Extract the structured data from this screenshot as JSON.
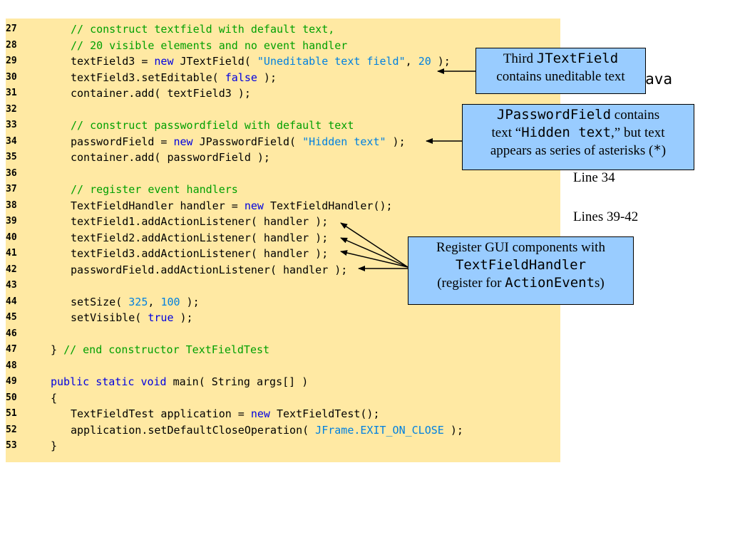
{
  "code": [
    {
      "num": "27",
      "tokens": [
        [
          "cm",
          "// construct textfield with default text,"
        ]
      ]
    },
    {
      "num": "28",
      "tokens": [
        [
          "cm",
          "// 20 visible elements and no event handler"
        ]
      ]
    },
    {
      "num": "29",
      "tokens": [
        [
          "",
          "textField3 = "
        ],
        [
          "kw",
          "new"
        ],
        [
          "",
          " JTextField( "
        ],
        [
          "st",
          "\"Uneditable text field\""
        ],
        [
          "",
          ", "
        ],
        [
          "nm",
          "20"
        ],
        [
          "",
          " );"
        ]
      ]
    },
    {
      "num": "30",
      "tokens": [
        [
          "",
          "textField3.setEditable( "
        ],
        [
          "kw",
          "false"
        ],
        [
          "",
          " );"
        ]
      ]
    },
    {
      "num": "31",
      "tokens": [
        [
          "",
          "container.add( textField3 );"
        ]
      ]
    },
    {
      "num": "32",
      "tokens": []
    },
    {
      "num": "33",
      "tokens": [
        [
          "cm",
          "// construct passwordfield with default text"
        ]
      ]
    },
    {
      "num": "34",
      "tokens": [
        [
          "",
          "passwordField = "
        ],
        [
          "kw",
          "new"
        ],
        [
          "",
          " JPasswordField( "
        ],
        [
          "st",
          "\"Hidden text\""
        ],
        [
          "",
          " );"
        ]
      ]
    },
    {
      "num": "35",
      "tokens": [
        [
          "",
          "container.add( passwordField );"
        ]
      ]
    },
    {
      "num": "36",
      "tokens": []
    },
    {
      "num": "37",
      "tokens": [
        [
          "cm",
          "// register event handlers"
        ]
      ]
    },
    {
      "num": "38",
      "tokens": [
        [
          "",
          "TextFieldHandler handler = "
        ],
        [
          "kw",
          "new"
        ],
        [
          "",
          " TextFieldHandler();"
        ]
      ]
    },
    {
      "num": "39",
      "tokens": [
        [
          "",
          "textField1.addActionListener( handler );"
        ]
      ]
    },
    {
      "num": "40",
      "tokens": [
        [
          "",
          "textField2.addActionListener( handler );"
        ]
      ]
    },
    {
      "num": "41",
      "tokens": [
        [
          "",
          "textField3.addActionListener( handler );"
        ]
      ]
    },
    {
      "num": "42",
      "tokens": [
        [
          "",
          "passwordField.addActionListener( handler );"
        ]
      ]
    },
    {
      "num": "43",
      "tokens": []
    },
    {
      "num": "44",
      "tokens": [
        [
          "",
          "setSize( "
        ],
        [
          "nm",
          "325"
        ],
        [
          "",
          ", "
        ],
        [
          "nm",
          "100"
        ],
        [
          "",
          " );"
        ]
      ]
    },
    {
      "num": "45",
      "tokens": [
        [
          "",
          "setVisible( "
        ],
        [
          "kw",
          "true"
        ],
        [
          "",
          " );"
        ]
      ]
    },
    {
      "num": "46",
      "tokens": []
    },
    {
      "num": "47",
      "tokens": [
        [
          "",
          "} "
        ],
        [
          "cm",
          "// end constructor TextFieldTest"
        ]
      ]
    },
    {
      "num": "48",
      "tokens": []
    },
    {
      "num": "49",
      "tokens": [
        [
          "kw",
          "public"
        ],
        [
          "",
          " "
        ],
        [
          "kw",
          "static"
        ],
        [
          "",
          " "
        ],
        [
          "kw",
          "void"
        ],
        [
          "",
          " main( String args[] )"
        ]
      ]
    },
    {
      "num": "50",
      "tokens": [
        [
          "",
          "{"
        ]
      ]
    },
    {
      "num": "51",
      "tokens": [
        [
          "",
          "TextFieldTest application = "
        ],
        [
          "kw",
          "new"
        ],
        [
          "",
          " TextFieldTest();"
        ]
      ]
    },
    {
      "num": "52",
      "tokens": [
        [
          "",
          "application.setDefaultCloseOperation( "
        ],
        [
          "st",
          "JFrame.EXIT_ON_CLOSE"
        ],
        [
          "",
          " );"
        ]
      ]
    },
    {
      "num": "53",
      "tokens": [
        [
          "",
          "}"
        ]
      ]
    }
  ],
  "side_notes": {
    "title": "ldTest.java",
    "line_34": "Line 34",
    "lines_39_42": "Lines 39-42"
  },
  "callouts": {
    "jtextfield": {
      "pre": "Third ",
      "code": "JTextField",
      "line2": "contains uneditable text"
    },
    "password": {
      "code1": "JPasswordField",
      "text1": " contains",
      "text2a": "text “",
      "code2": "Hidden text",
      "text2b": ",” but text",
      "text3a": "appears as series of asterisks (",
      "code3": "*",
      "text3b": ")"
    },
    "register": {
      "line1": "Register GUI components with",
      "code": "TextFieldHandler",
      "text3a": "(register for ",
      "code3": "ActionEvent",
      "text3b": "s)"
    }
  },
  "colors": {
    "code_background": "#ffe9a3",
    "callout_background": "#99ccff",
    "comment": "#00a000",
    "keyword": "#0000e0",
    "literal": "#0080e0"
  }
}
